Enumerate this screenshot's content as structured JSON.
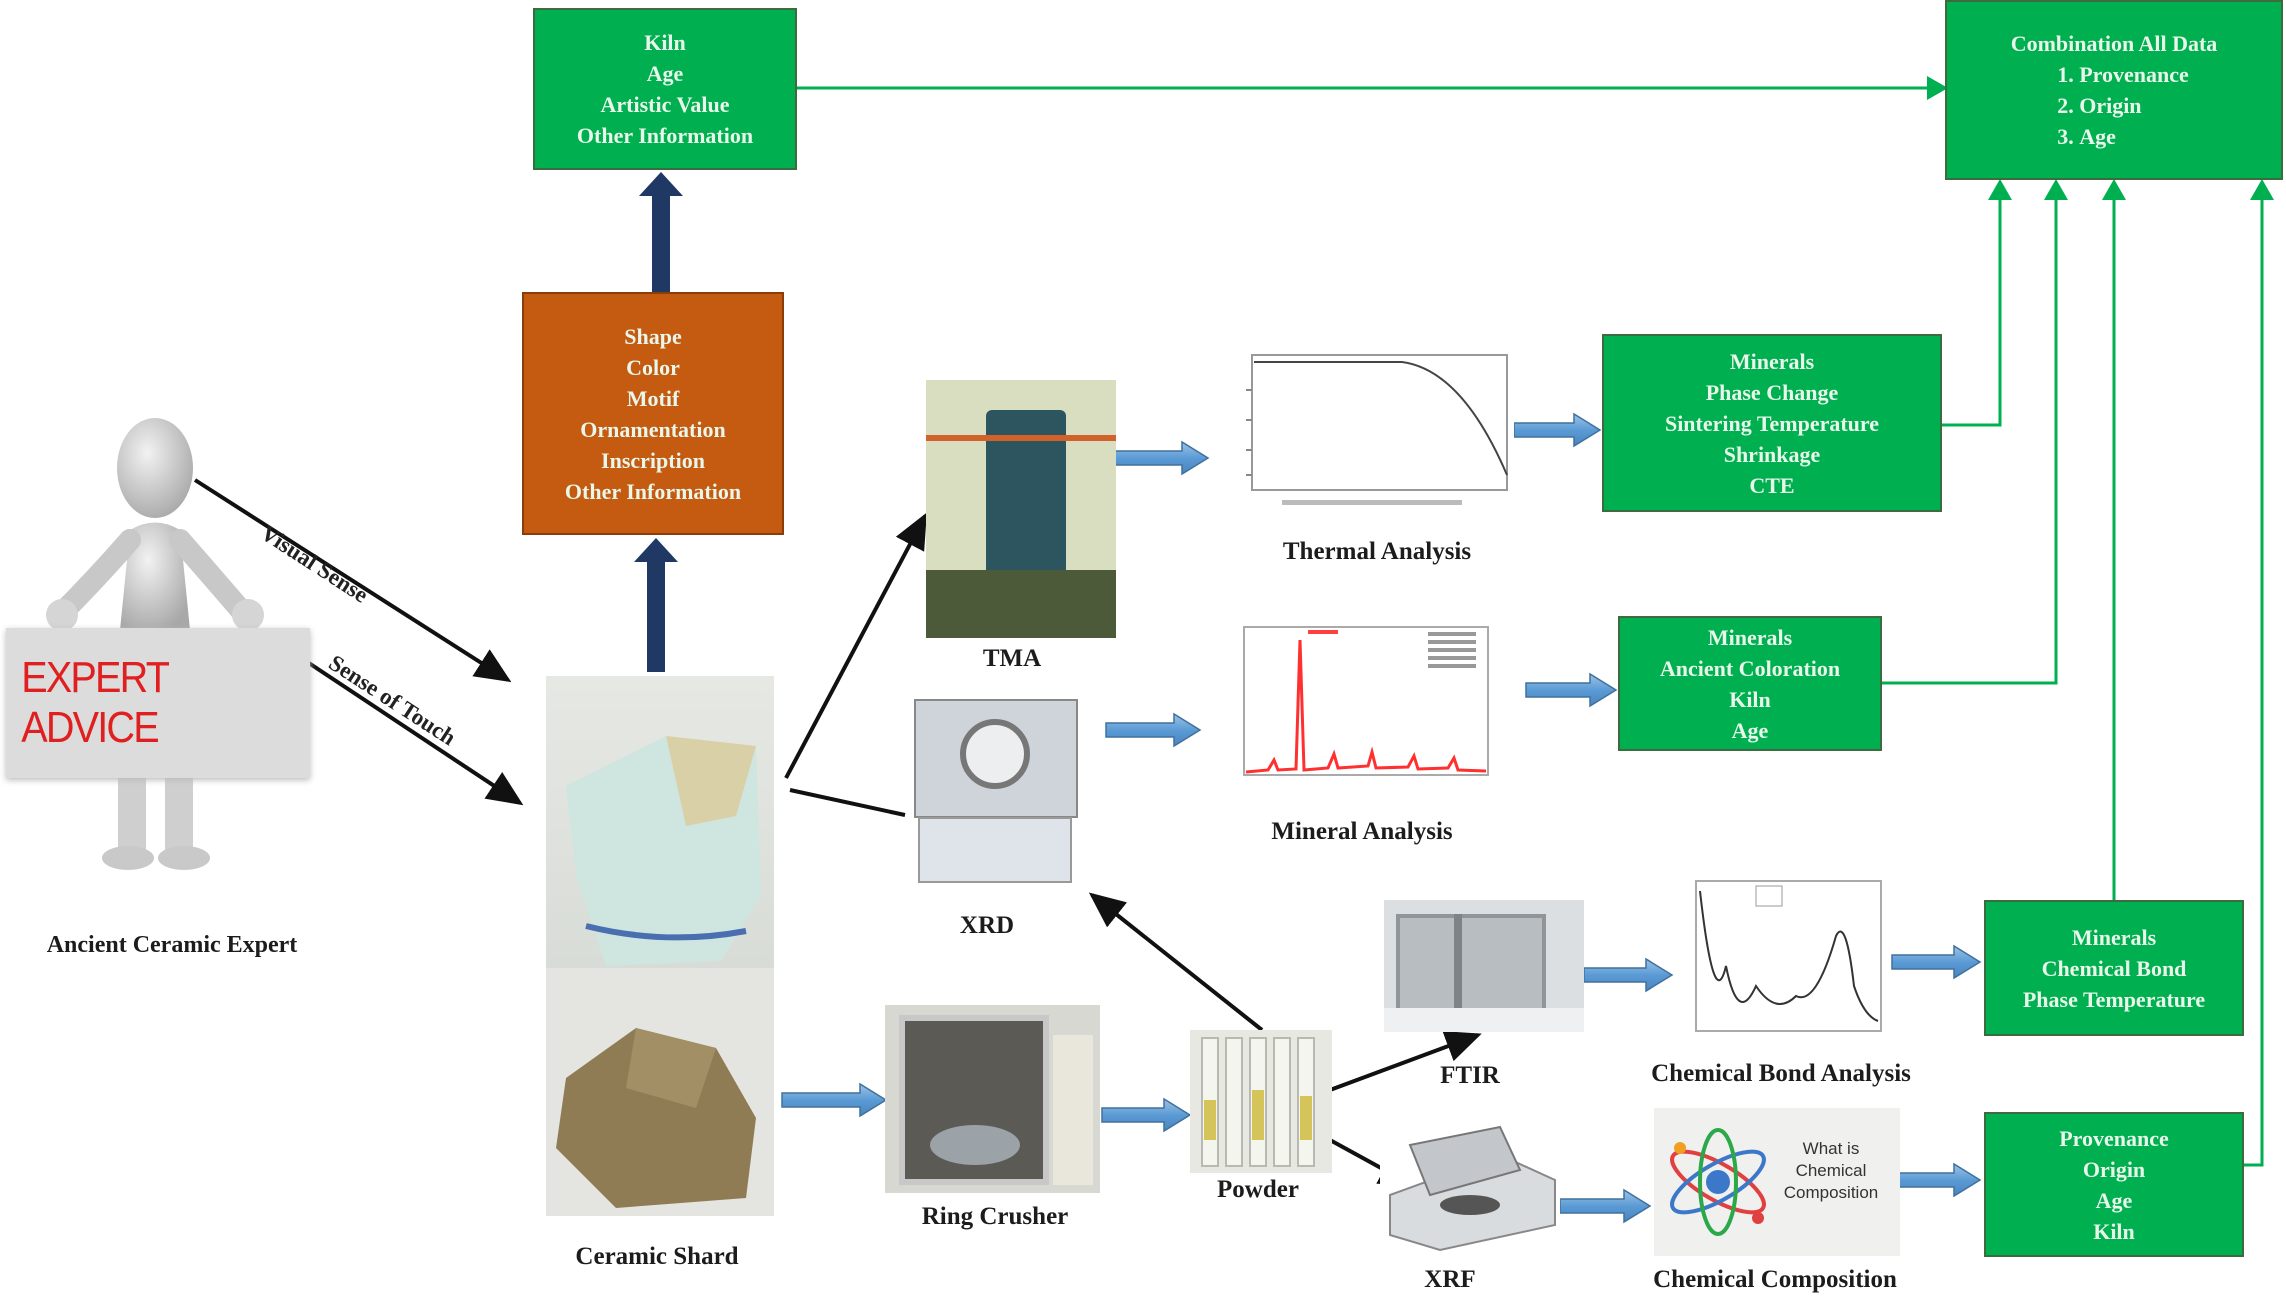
{
  "diagram": {
    "expert": {
      "sign_text": "EXPERT ADVICE",
      "caption": "Ancient Ceramic Expert",
      "arrow_labels": [
        "Visual Sense",
        "Sense of Touch"
      ]
    },
    "visual_box": {
      "lines": [
        "Shape",
        "Color",
        "Motif",
        "Ornamentation",
        "Inscription",
        "Other Information"
      ],
      "color": "#c55a11"
    },
    "top_box": {
      "lines": [
        "Kiln",
        "Age",
        "Artistic Value",
        "Other Information"
      ],
      "color": "#00b050"
    },
    "combination_box": {
      "title": "Combination All Data",
      "items": [
        "Provenance",
        "Origin",
        "Age"
      ],
      "color": "#00b050"
    },
    "sample": {
      "caption": "Ceramic Shard"
    },
    "instruments": {
      "tma": "TMA",
      "xrd": "XRD",
      "ring_crusher": "Ring Crusher",
      "powder": "Powder",
      "ftir": "FTIR",
      "xrf": "XRF"
    },
    "analyses": {
      "thermal": "Thermal Analysis",
      "mineral": "Mineral Analysis",
      "chemical_bond": "Chemical Bond Analysis",
      "chemical_composition": "Chemical Composition",
      "composition_graphic_text": "What is Chemical Composition"
    },
    "result_boxes": {
      "thermal": [
        "Minerals",
        "Phase Change",
        "Sintering Temperature",
        "Shrinkage",
        "CTE"
      ],
      "mineral": [
        "Minerals",
        "Ancient Coloration",
        "Kiln",
        "Age"
      ],
      "bond": [
        "Minerals",
        "Chemical Bond",
        "Phase Temperature"
      ],
      "composition": [
        "Provenance",
        "Origin",
        "Age",
        "Kiln"
      ]
    },
    "colors": {
      "green_box": "#00b050",
      "orange_box": "#c55a11",
      "navy_arrow": "#1f3864",
      "blue_arrow": "#5b9bd5",
      "green_line": "#00b050",
      "black_line": "#111111"
    }
  }
}
